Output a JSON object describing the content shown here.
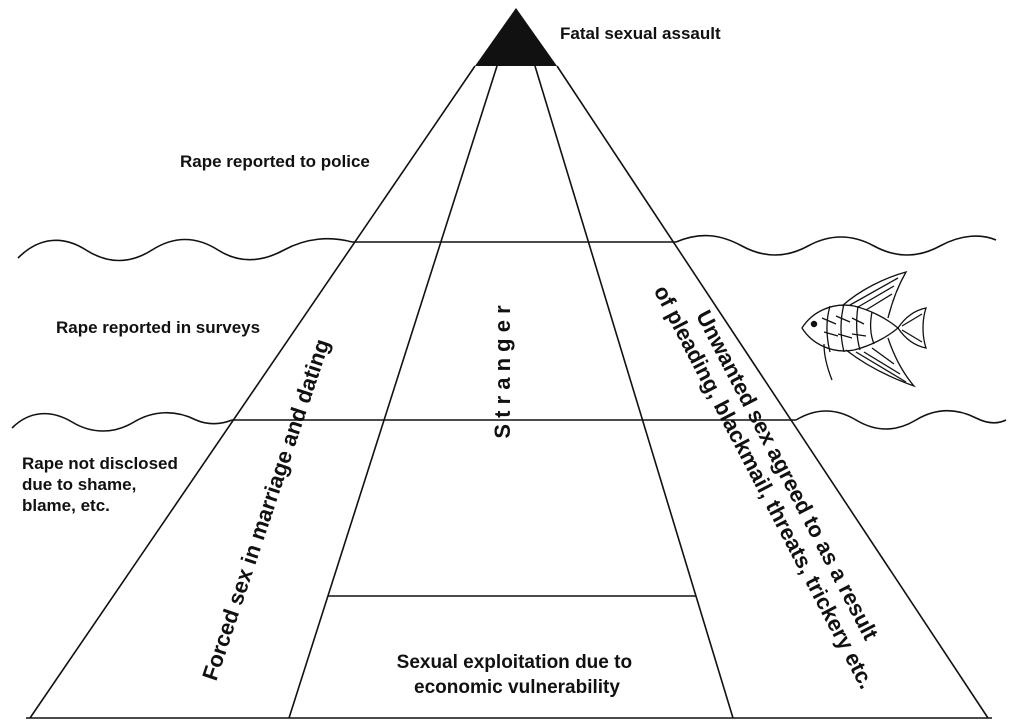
{
  "labels": {
    "apex": "Fatal sexual assault",
    "police": "Rape reported to police",
    "surveys": "Rape reported in surveys",
    "not_disclosed": [
      "Rape not disclosed",
      "due to shame,",
      "blame, etc."
    ],
    "forced_sex": "Forced sex in marriage and dating",
    "stranger": "S t r a n g e r",
    "unwanted": [
      "Unwanted sex agreed to as a result",
      "of pleading, blackmail, threats, trickery etc."
    ],
    "exploitation": [
      "Sexual exploitation due to",
      "economic vulnerability"
    ]
  },
  "icons": {
    "fish": "angelfish-icon",
    "apex": "black-triangle-apex"
  },
  "colors": {
    "ink": "#111111",
    "background": "#ffffff"
  }
}
